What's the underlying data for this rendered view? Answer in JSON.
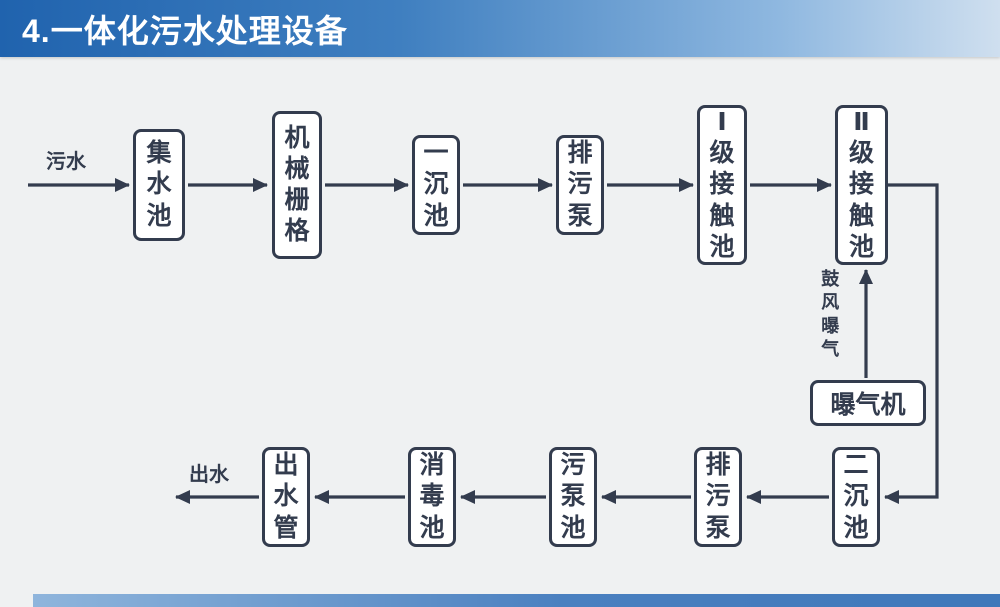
{
  "title": "4.一体化污水处理设备",
  "flow": {
    "inlet_label": "污水",
    "outlet_label": "出水",
    "aeration_label": "鼓风曝气",
    "aerator_label": "曝气机",
    "top_row": [
      "集水池",
      "机械栅格",
      "一沉池",
      "排污泵",
      "Ⅰ级接触池",
      "Ⅱ级接触池"
    ],
    "bottom_row": [
      "二沉池",
      "排污泵",
      "污泵池",
      "消毒池",
      "出水管"
    ]
  },
  "colors": {
    "ink": "#333c4e",
    "node_fill": "#ffffff",
    "background": "#eff1f2",
    "header_gradient_start": "#2063ae",
    "header_gradient_end": "#cfdfef",
    "footer_gradient_start": "#8fb5dc",
    "footer_gradient_end": "#3f78ba"
  }
}
